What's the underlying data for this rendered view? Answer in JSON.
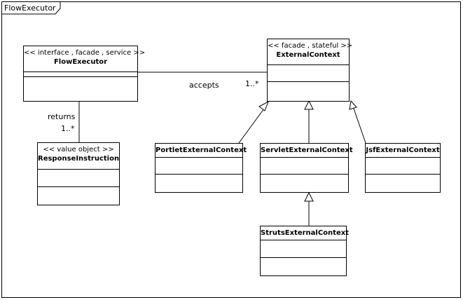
{
  "frame": {
    "title": "FlowExecutor"
  },
  "classes": {
    "flow_executor": {
      "stereotype": "<< interface , facade , service >>",
      "name": "FlowExecutor"
    },
    "external_context": {
      "stereotype": "<< facade , stateful >>",
      "name": "ExternalContext"
    },
    "response_instruction": {
      "stereotype": "<< value object >>",
      "name": "ResponseInstruction"
    },
    "portlet_external_context": {
      "name": "PortletExternalContext"
    },
    "servlet_external_context": {
      "name": "ServletExternalContext"
    },
    "jsf_external_context": {
      "name": "JsfExternalContext"
    },
    "struts_external_context": {
      "name": "StrutsExternalContext"
    }
  },
  "associations": {
    "accepts": {
      "label": "accepts",
      "multiplicity": "1..*"
    },
    "returns": {
      "label": "returns",
      "multiplicity": "1..*"
    }
  }
}
